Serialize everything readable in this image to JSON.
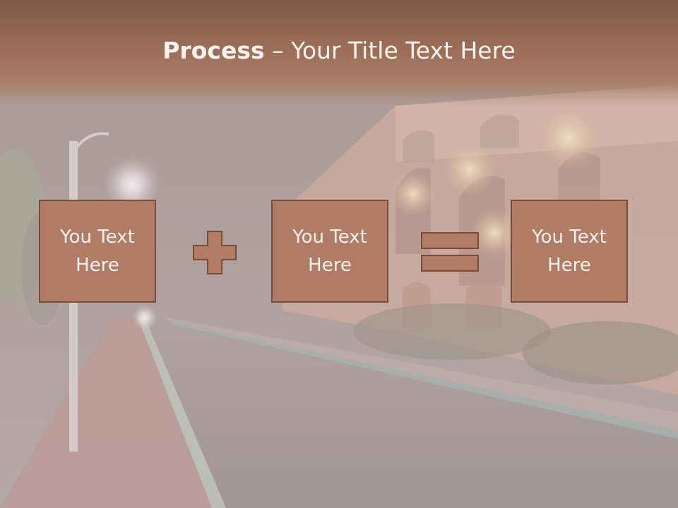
{
  "title": {
    "bold": "Process",
    "rest": " – Your Title Text Here"
  },
  "boxes": [
    {
      "label": "You Text Here"
    },
    {
      "label": "You Text Here"
    },
    {
      "label": "You Text Here"
    }
  ],
  "operators": [
    "plus-icon",
    "equals-icon"
  ],
  "colors": {
    "header": "#9c6d56",
    "box_fill": "#b07c65",
    "box_border": "#7a4c37",
    "text": "#fbf3ee"
  }
}
